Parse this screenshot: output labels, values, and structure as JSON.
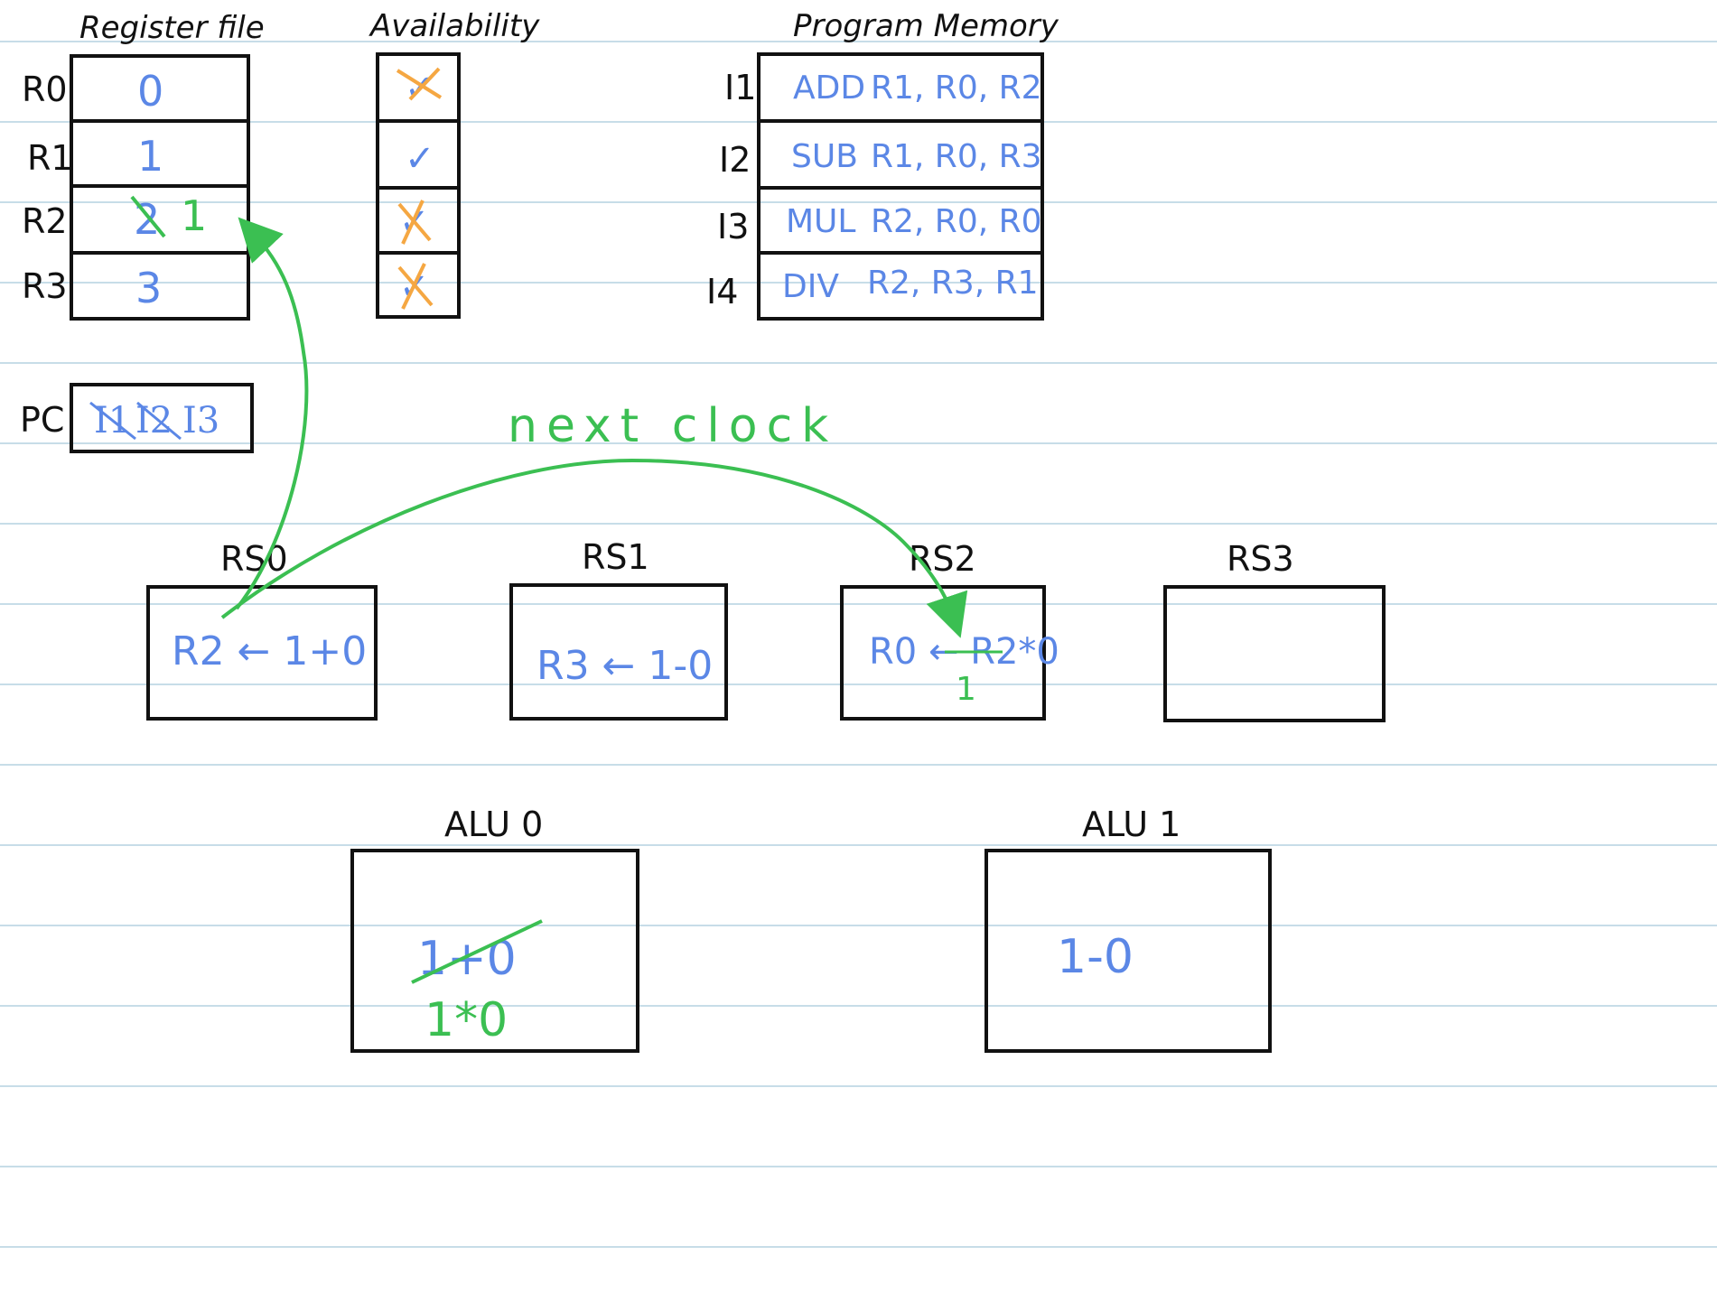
{
  "register_file": {
    "title": "Register file",
    "rows": [
      {
        "name": "R0",
        "value": "0"
      },
      {
        "name": "R1",
        "value": "1"
      },
      {
        "name": "R2",
        "value": "2",
        "new_value": "1"
      },
      {
        "name": "R3",
        "value": "3"
      }
    ]
  },
  "availability": {
    "title": "Availability",
    "marks": [
      "✓",
      "✓",
      "✓",
      "✓"
    ],
    "crossed": [
      true,
      false,
      true,
      true
    ]
  },
  "program_memory": {
    "title": "Program Memory",
    "rows": [
      {
        "label": "I1",
        "op": "ADD",
        "args": "R1, R0, R2"
      },
      {
        "label": "I2",
        "op": "SUB",
        "args": "R1, R0, R3"
      },
      {
        "label": "I3",
        "op": "MUL",
        "args": "R2, R0, R0"
      },
      {
        "label": "I4",
        "op": "DIV",
        "args": "R2, R3, R1"
      }
    ]
  },
  "pc": {
    "label": "PC",
    "old_values": [
      "I1",
      "I2"
    ],
    "current": "I3"
  },
  "annotation": {
    "text": "next clock",
    "color": "#3bbf52"
  },
  "reservation_stations": [
    {
      "title": "RS0",
      "content": "R2 ← 1+0"
    },
    {
      "title": "RS1",
      "content": "R3 ← 1-0"
    },
    {
      "title": "RS2",
      "content": "R0 ← R2*0",
      "crossed_operand": "R2",
      "replacement": "1"
    },
    {
      "title": "RS3",
      "content": ""
    }
  ],
  "alus": [
    {
      "title": "ALU 0",
      "old": "1+0",
      "new": "1*0"
    },
    {
      "title": "ALU 1",
      "value": "1-0"
    }
  ],
  "colors": {
    "ink": "#111111",
    "blue": "#5b87e6",
    "green": "#3bbf52",
    "orange": "#f5a742",
    "lines": "#c7dde8"
  }
}
